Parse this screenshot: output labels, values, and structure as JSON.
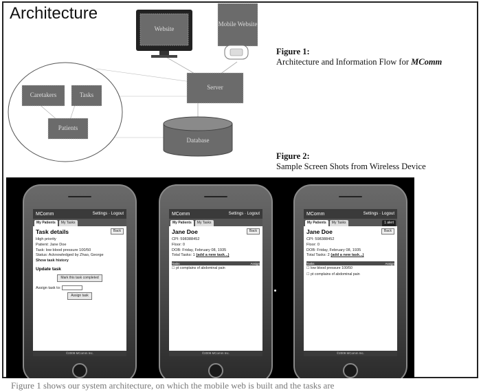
{
  "architecture": {
    "title": "Architecture",
    "nodes": {
      "website": "Website",
      "mobile_website": "Mobile Website",
      "server": "Server",
      "database": "Database",
      "caretakers": "Caretakers",
      "tasks": "Tasks",
      "patients": "Patients"
    }
  },
  "figure1": {
    "number": "Figure 1:",
    "caption_prefix": "Architecture and Information Flow for ",
    "caption_brand": "MComm"
  },
  "figure2": {
    "number": "Figure 2:",
    "caption": "Sample Screen Shots from Wireless Device"
  },
  "phones": [
    {
      "app": "MComm",
      "settings": "Settings",
      "logout": "Logout",
      "tab1": "My Patients",
      "tab2": "My Tasks",
      "title": "Task details",
      "back": "Back",
      "lines": [
        "High priority",
        "Patient: Jane Doe",
        "Task: low blood pressure 100/50",
        "Status: Acknowledged by Zhao, George"
      ],
      "history": "Show task history",
      "update": "Update task",
      "complete_btn": "Mark this task completed",
      "assign_label": "Assign task to:",
      "assign_btn": "Assign task",
      "footer": "©2009 MComm Inc."
    },
    {
      "app": "MComm",
      "settings": "Settings",
      "logout": "Logout",
      "tab1": "My Patients",
      "tab2": "My Tasks",
      "title": "Jane Doe",
      "back": "Back",
      "lines": [
        "CPI: 598388452",
        "Floor: 0",
        "DOB: Friday, February 08, 1935"
      ],
      "total": "Total Tasks: 1",
      "add_task": "(add a new task...)",
      "task_header": "Tasks",
      "assign": "Assign",
      "tasks": [
        "pt complains of abdominal pain"
      ],
      "footer": "©2009 MComm Inc."
    },
    {
      "app": "MComm",
      "settings": "Settings",
      "logout": "Logout",
      "tab1": "My Patients",
      "tab2": "My Tasks",
      "tab_extra": "1 alert",
      "title": "Jane Doe",
      "back": "Back",
      "lines": [
        "CPI: 598388452",
        "Floor: 0",
        "DOB: Friday, February 08, 1935"
      ],
      "total": "Total Tasks: 2",
      "add_task": "(add a new task...)",
      "task_header": "Tasks",
      "assign": "Assign",
      "tasks": [
        "low blood pressure 100/50",
        "pt complains of abdominal pain"
      ],
      "footer": "©2009 MComm Inc."
    }
  ],
  "cutoff_text": "Figure 1 shows our system architecture, on which the mobile web is built and the tasks are"
}
